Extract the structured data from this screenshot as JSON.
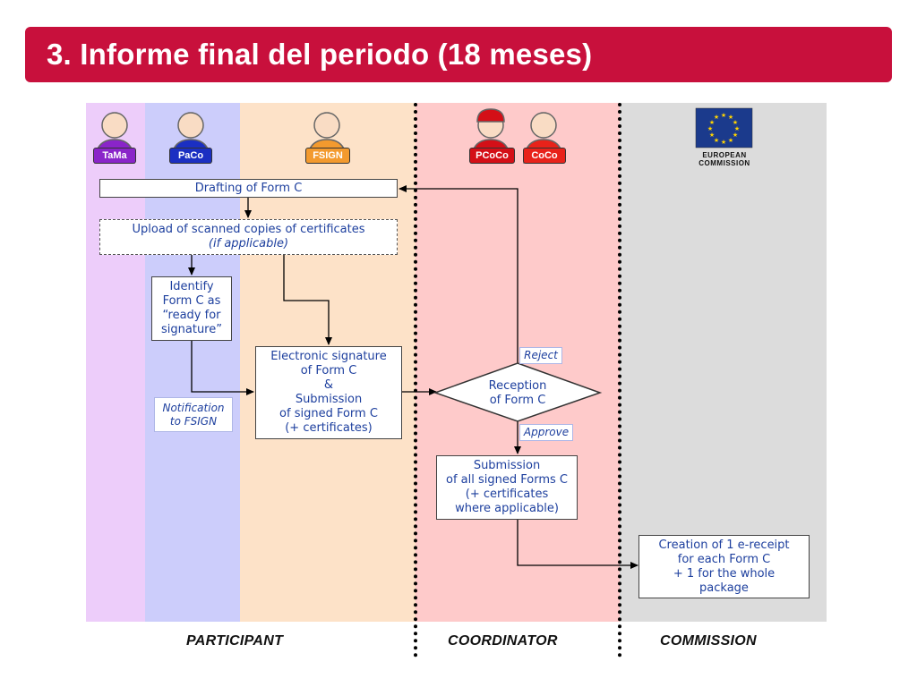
{
  "title": "3. Informe final del periodo (18 meses)",
  "colors": {
    "title_bar": "#c8103c",
    "lane_tama": "#edcdfa",
    "lane_paco": "#cccdfb",
    "lane_fsign": "#fde2c8",
    "lane_coordinator": "#fecaca",
    "lane_commission": "#dcdcdc",
    "box_text": "#1d3f9e"
  },
  "roles": {
    "tama": "TaMa",
    "paco": "PaCo",
    "fsign": "FSIGN",
    "pcoco": "PCoCo",
    "coco": "CoCo"
  },
  "eu_logo": {
    "line1": "EUROPEAN",
    "line2": "COMMISSION"
  },
  "boxes": {
    "drafting": "Drafting of Form C",
    "upload_line1": "Upload of scanned copies of certificates",
    "upload_line2": "(if applicable)",
    "identify": [
      "Identify",
      "Form C as",
      "“ready for",
      "signature”"
    ],
    "esign": [
      "Electronic signature",
      "of Form C",
      "&",
      "Submission",
      "of signed Form C",
      "(+ certificates)"
    ],
    "reception": [
      "Reception",
      "of Form C"
    ],
    "submission_all": [
      "Submission",
      "of all signed Forms C",
      "(+ certificates",
      "where applicable)"
    ],
    "creation": [
      "Creation of 1 e-receipt",
      "for each Form C",
      "+ 1 for the whole",
      "package"
    ]
  },
  "labels": {
    "notification": [
      "Notification",
      "to FSIGN"
    ],
    "reject": "Reject",
    "approve": "Approve"
  },
  "lanes": {
    "participant": "PARTICIPANT",
    "coordinator": "COORDINATOR",
    "commission": "COMMISSION"
  }
}
